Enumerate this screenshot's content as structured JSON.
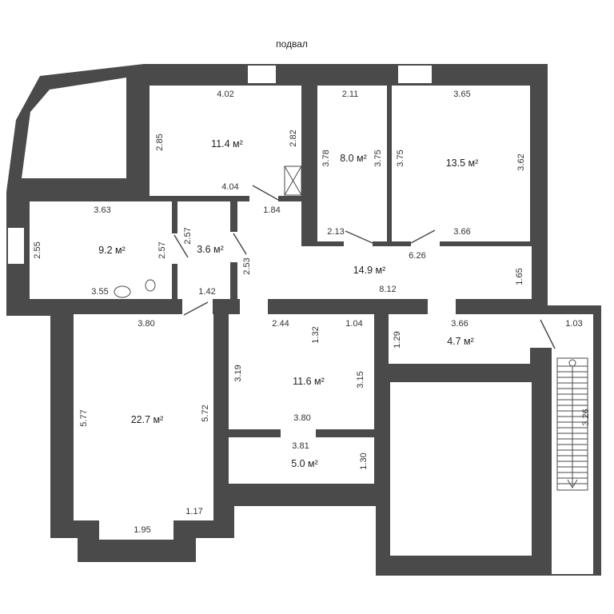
{
  "title": "подвал",
  "colors": {
    "wall": "#4a4a4a",
    "floor": "#ffffff",
    "text": "#333333"
  },
  "rooms": [
    {
      "area": "11.4 м²",
      "dims": [
        "4.02",
        "2.85",
        "2.82",
        "4.04"
      ]
    },
    {
      "area": "8.0 м²",
      "dims": [
        "2.11",
        "3.78",
        "3.75",
        "2.13"
      ]
    },
    {
      "area": "13.5 м²",
      "dims": [
        "3.65",
        "3.75",
        "3.62",
        "3.66"
      ]
    },
    {
      "area": "9.2 м²",
      "dims": [
        "3.63",
        "2.55",
        "2.57",
        "3.55"
      ]
    },
    {
      "area": "3.6 м²",
      "dims": [
        "2.57",
        "1.42",
        "2.53"
      ]
    },
    {
      "area": "14.9 м²",
      "dims": [
        "1.84",
        "6.26",
        "1.65",
        "8.12"
      ]
    },
    {
      "area": "22.7 м²",
      "dims": [
        "3.80",
        "5.77",
        "5.72",
        "1.17",
        "1.95"
      ]
    },
    {
      "area": "11.6 м²",
      "dims": [
        "2.44",
        "1.32",
        "1.04",
        "3.19",
        "3.15",
        "3.80"
      ]
    },
    {
      "area": "5.0 м²",
      "dims": [
        "3.81",
        "1.30"
      ]
    },
    {
      "area": "4.7 м²",
      "dims": [
        "3.66",
        "1.29"
      ]
    },
    {
      "area": "",
      "dims": [
        "1.03",
        "3.26"
      ]
    }
  ]
}
